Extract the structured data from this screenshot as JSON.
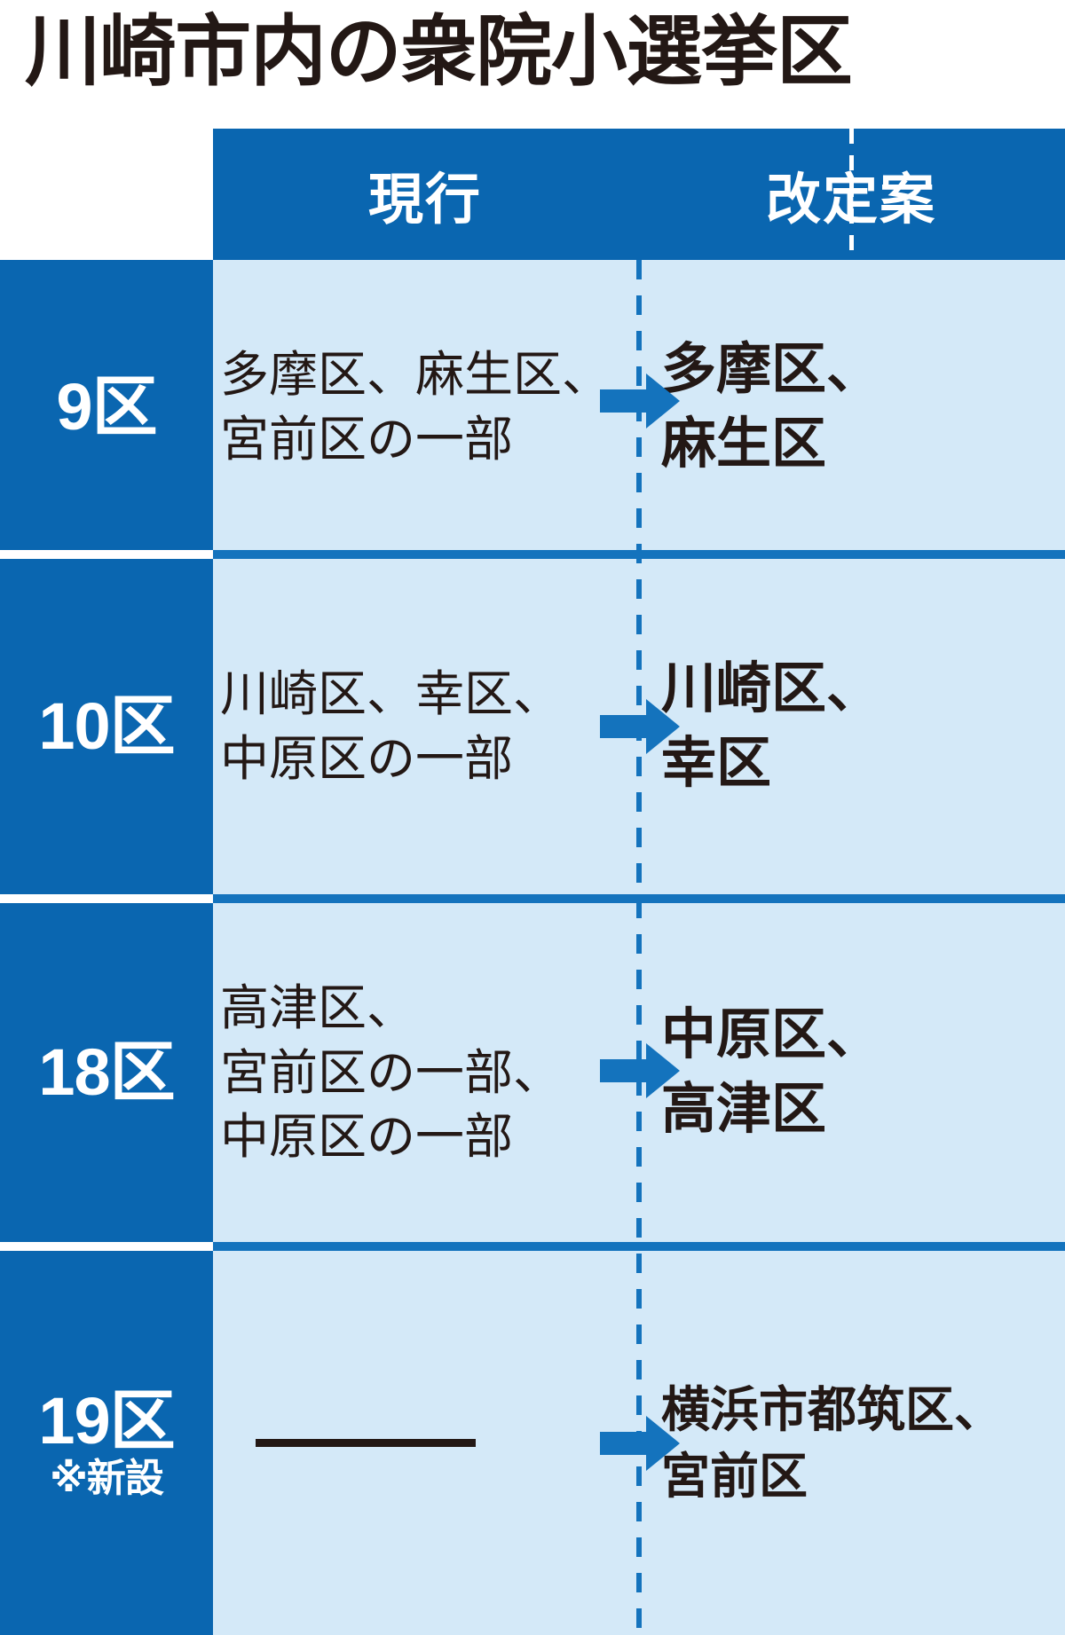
{
  "title": "川崎市内の衆院小選挙区",
  "colors": {
    "header_blue": "#0a66b0",
    "cell_light_blue": "#d4e9f8",
    "divider_blue": "#1473bd",
    "text_black": "#231815",
    "white": "#ffffff"
  },
  "header": {
    "current_label": "現行",
    "revised_label": "改定案"
  },
  "rows": [
    {
      "district": "9区",
      "district_note": "",
      "current": [
        "多摩区、麻生区、",
        "宮前区の一部"
      ],
      "revised": [
        "多摩区、",
        "麻生区"
      ],
      "arrow": "right-arrow-icon"
    },
    {
      "district": "10区",
      "district_note": "",
      "current": [
        "川崎区、幸区、",
        "中原区の一部"
      ],
      "revised": [
        "川崎区、",
        "幸区"
      ],
      "arrow": "right-arrow-icon"
    },
    {
      "district": "18区",
      "district_note": "",
      "current": [
        "高津区、",
        "宮前区の一部、",
        "中原区の一部"
      ],
      "revised": [
        "中原区、",
        "高津区"
      ],
      "arrow": "right-arrow-icon"
    },
    {
      "district": "19区",
      "district_note": "※新設",
      "current": [],
      "current_is_dash": true,
      "revised": [
        "横浜市都筑区、",
        "宮前区"
      ],
      "arrow": "right-arrow-icon"
    }
  ]
}
